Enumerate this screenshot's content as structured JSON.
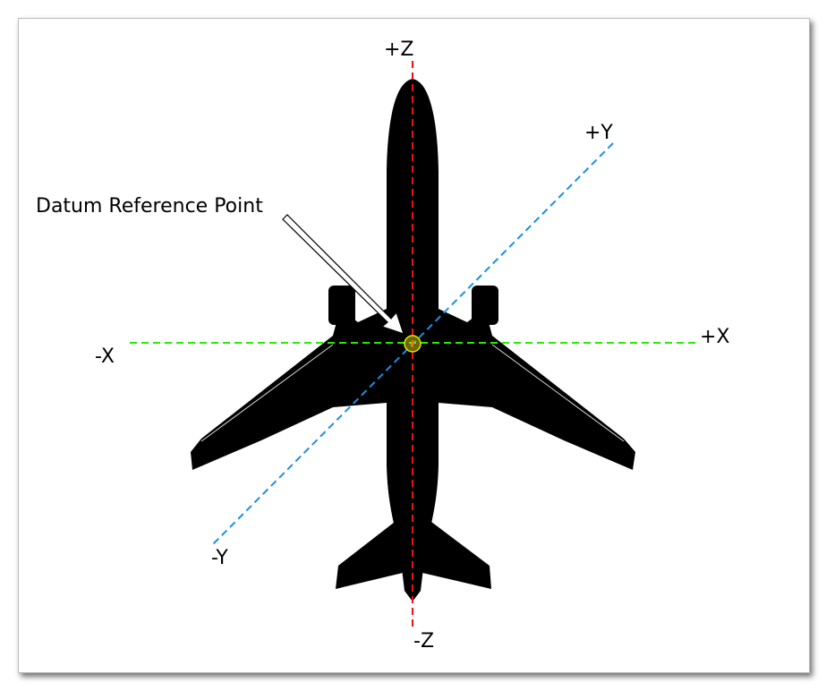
{
  "labels": {
    "pos_z": "+Z",
    "neg_z": "-Z",
    "pos_x": "+X",
    "neg_x": "-X",
    "pos_y": "+Y",
    "neg_y": "-Y",
    "datum": "Datum Reference Point"
  },
  "colors": {
    "x_axis": "#22ee00",
    "y_axis": "#1a8fe8",
    "z_axis": "#ee1111",
    "datum_marker": "#e8e800",
    "aircraft": "#000000"
  }
}
